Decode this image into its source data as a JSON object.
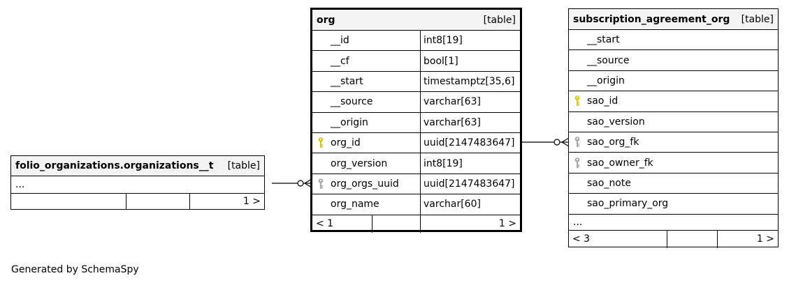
{
  "tables": {
    "folio": {
      "name": "folio_organizations.organizations__t",
      "tag": "[table]",
      "ellipsis": "...",
      "footer": {
        "left": "",
        "middle": "",
        "right": "1 >"
      }
    },
    "org": {
      "name": "org",
      "tag": "[table]",
      "columns": [
        {
          "name": "__id",
          "type": "int8[19]",
          "key": ""
        },
        {
          "name": "__cf",
          "type": "bool[1]",
          "key": ""
        },
        {
          "name": "__start",
          "type": "timestamptz[35,6]",
          "key": ""
        },
        {
          "name": "__source",
          "type": "varchar[63]",
          "key": ""
        },
        {
          "name": "__origin",
          "type": "varchar[63]",
          "key": ""
        },
        {
          "name": "org_id",
          "type": "uuid[2147483647]",
          "key": "primary"
        },
        {
          "name": "org_version",
          "type": "int8[19]",
          "key": ""
        },
        {
          "name": "org_orgs_uuid",
          "type": "uuid[2147483647]",
          "key": "foreign"
        },
        {
          "name": "org_name",
          "type": "varchar[60]",
          "key": ""
        }
      ],
      "footer": {
        "left": "< 1",
        "middle": "",
        "right": "1 >"
      }
    },
    "sao": {
      "name": "subscription_agreement_org",
      "tag": "[table]",
      "columns": [
        {
          "name": "__start",
          "key": ""
        },
        {
          "name": "__source",
          "key": ""
        },
        {
          "name": "__origin",
          "key": ""
        },
        {
          "name": "sao_id",
          "key": "primary"
        },
        {
          "name": "sao_version",
          "key": ""
        },
        {
          "name": "sao_org_fk",
          "key": "foreign"
        },
        {
          "name": "sao_owner_fk",
          "key": "foreign"
        },
        {
          "name": "sao_note",
          "key": ""
        },
        {
          "name": "sao_primary_org",
          "key": ""
        }
      ],
      "ellipsis": "...",
      "footer": {
        "left": "< 3",
        "middle": "",
        "right": "1 >"
      }
    }
  },
  "colors": {
    "primary_key": "#e0c800",
    "foreign_key": "#a8a8a8",
    "header_bg": "#f4f4f4"
  },
  "generated_by": "Generated by SchemaSpy"
}
